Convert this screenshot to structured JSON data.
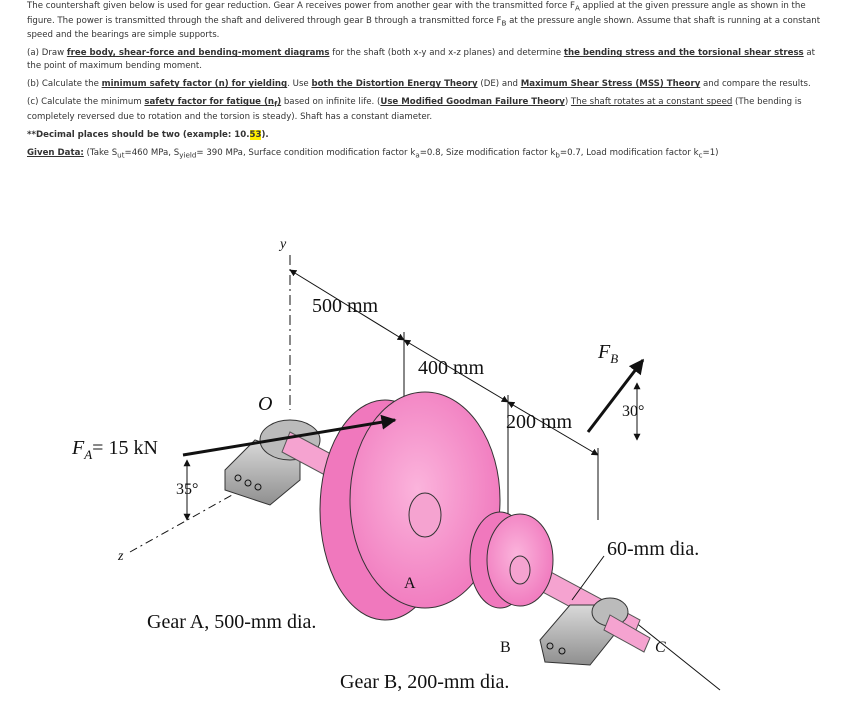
{
  "problem": {
    "intro": "The countershaft given below is used for gear reduction. Gear A receives power from another gear with the transmitted force F",
    "intro_sub_a": "A",
    "intro_mid": " applied at the given pressure angle as shown in the figure. The power is transmitted through the shaft and delivered through gear B through a transmitted force F",
    "intro_sub_b": "B",
    "intro_end": " at the pressure angle shown. Assume that shaft is running at a constant speed and the bearings are simple supports.",
    "part_a_prefix": "(a) Draw ",
    "part_a_link1": "free body, shear-force and bending-moment diagrams",
    "part_a_mid": " for the shaft (both x-y and x-z planes) and determine ",
    "part_a_link2": "the bending stress and the torsional shear stress",
    "part_a_end": " at the point of maximum bending moment.",
    "part_b_prefix": "(b) Calculate the ",
    "part_b_link1": "minimum safety factor (n) for yielding",
    "part_b_mid": ". Use ",
    "part_b_link2": "both the Distortion Energy Theory",
    "part_b_mid2": " (DE) and ",
    "part_b_link3": "Maximum Shear Stress (MSS) Theory",
    "part_b_end": " and compare the results.",
    "part_c_prefix": "(c) Calculate the minimum ",
    "part_c_link1": "safety factor for fatigue (n",
    "part_c_link1_sub": "f",
    "part_c_link1_end": ")",
    "part_c_mid": " based on infinite life. (",
    "part_c_link2": "Use Modified Goodman Failure Theory",
    "part_c_mid2": ") ",
    "part_c_link3": "The shaft rotates at a constant speed",
    "part_c_end": " (The bending is completely reversed due to rotation and the torsion is steady). Shaft has a constant diameter.",
    "decimal_prefix": "**Decimal places should be two (example: 10.",
    "decimal_hl": "53",
    "decimal_end": ").",
    "given_label": "Given Data:",
    "given_text": " (Take S",
    "given_sub_ut": "ut",
    "given_t2": "=460 MPa, S",
    "given_sub_yield": "yield",
    "given_t3": "= 390 MPa, Surface condition modification factor k",
    "given_sub_a": "a",
    "given_t4": "=0.8, Size modification factor k",
    "given_sub_b": "b",
    "given_t5": "=0.7, Load modification factor k",
    "given_sub_c": "c",
    "given_t6": "=1)"
  },
  "figure": {
    "axis_y": "y",
    "axis_z": "z",
    "origin": "O",
    "dim_500": "500 mm",
    "dim_400": "400 mm",
    "dim_200": "200 mm",
    "force_a": "F",
    "force_a_sub": "A",
    "force_a_val": "= 15 kN",
    "force_b": "F",
    "force_b_sub": "B",
    "angle_a": "35°",
    "angle_b": "30°",
    "shaft_dia": "60-mm dia.",
    "label_a": "A",
    "label_b": "B",
    "label_c": "C",
    "gear_a_caption": "Gear A, 500-mm dia.",
    "gear_b_caption": "Gear B, 200-mm dia."
  },
  "colors": {
    "gear_pink": "#f58cc8",
    "bearing_gray": "#b5b5b5",
    "highlight": "#ffee00"
  }
}
